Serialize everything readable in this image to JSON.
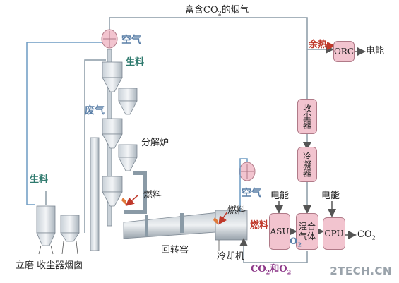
{
  "top_label_parts": [
    "富含CO",
    "2",
    "的烟气"
  ],
  "labels": {
    "air_top": "空气",
    "raw_material_top": "生料",
    "waste_gas": "废气",
    "precalciner": "分解炉",
    "fuel_1": "燃料",
    "fuel_2": "燃料",
    "fuel_3": "燃料",
    "air_cooler": "空气",
    "raw_material_left": "生料",
    "rotary_kiln": "回转窑",
    "cooler": "冷却机",
    "bottom_left": "立磨 收尘器烟囱",
    "waste_heat": "余热",
    "electricity_1": "电能",
    "electricity_2": "电能",
    "electricity_3": "电能",
    "co2_out": "CO",
    "co2_out_sub": "2",
    "o2_label": "O",
    "o2_sub": "2",
    "co2_o2_a": "CO",
    "co2_o2_sub1": "2",
    "co2_o2_mid": "和O",
    "co2_o2_sub2": "2"
  },
  "boxes": {
    "orc": "ORC",
    "dust": "收尘器",
    "condenser": "冷凝器",
    "asu": "ASU",
    "mix": "混合气体",
    "cpu": "CPU"
  },
  "watermark": "2TECH.CN",
  "colors": {
    "line_gray": "#8a9aa6",
    "line_blue": "#6d9bc3",
    "red": "#c0392b",
    "steel": "#5a7fa8",
    "green": "#2f7a6e",
    "pink": "#f2c4cf"
  }
}
